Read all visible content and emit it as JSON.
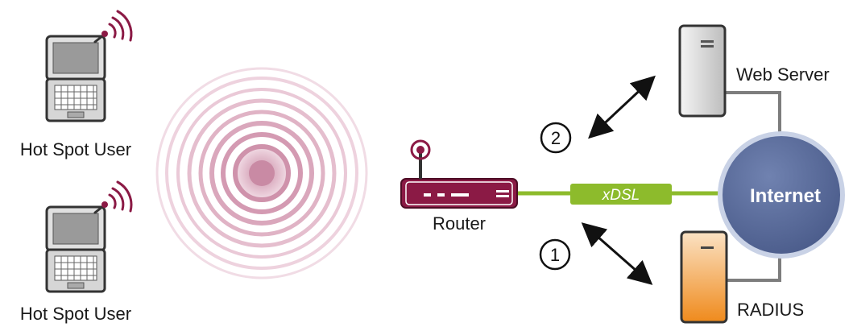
{
  "labels": {
    "user_top": "Hot Spot User",
    "user_bottom": "Hot Spot User",
    "router": "Router",
    "xdsl": "xDSL",
    "internet": "Internet",
    "web_server": "Web Server",
    "radius": "RADIUS"
  },
  "steps": {
    "step_1": "1",
    "step_2": "2"
  },
  "colors": {
    "router": "#8b1a45",
    "link": "#8dbb2c",
    "internet": "#5b6e9e",
    "web_server": "#d9d9d9",
    "radius": "#f29a2e",
    "signal": "#8b1a45"
  },
  "icons": [
    "laptop-icon",
    "wifi-signal-icon",
    "wireless-range-icon",
    "router-icon",
    "antenna-icon",
    "server-icon",
    "globe-icon",
    "arrow-icon"
  ]
}
